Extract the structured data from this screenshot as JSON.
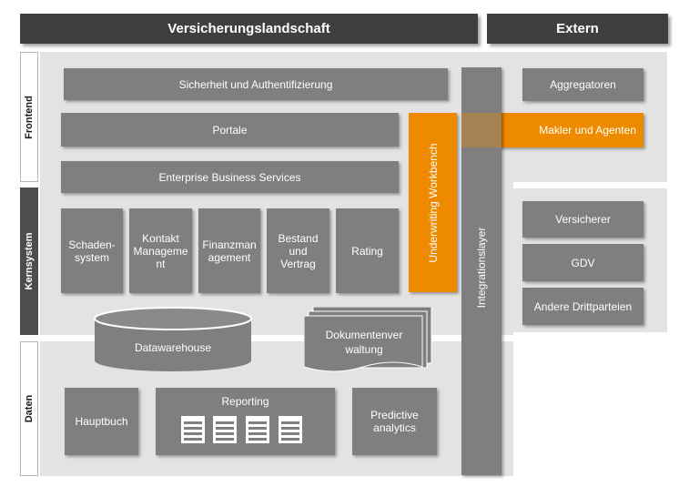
{
  "header": {
    "main": "Versicherungslandschaft",
    "extern": "Extern"
  },
  "sections": {
    "frontend": "Frontend",
    "kernsystem": "Kernsystem",
    "daten": "Daten"
  },
  "frontend": {
    "sicherheit": "Sicherheit und Authentifizierung",
    "portale": "Portale",
    "ebs": "Enterprise Business Services"
  },
  "kernsystem": {
    "schaden": "Schaden-\nsystem",
    "kontakt": "Kontakt\nManageme\nnt",
    "finanz": "Finanzman\nagement",
    "bestand": "Bestand\nund\nVertrag",
    "rating": "Rating"
  },
  "underwriting": "Underwriting Workbench",
  "integration": "Integrationslayer",
  "daten": {
    "datawarehouse": "Datawarehouse",
    "dokumente": "Dokumentenver\nwaltung",
    "hauptbuch": "Hauptbuch",
    "reporting": "Reporting",
    "predictive": "Predictive\nanalytics"
  },
  "extern": {
    "aggregatoren": "Aggregatoren",
    "makler": "Makler und Agenten",
    "versicherer": "Versicherer",
    "gdv": "GDV",
    "andere": "Andere Drittparteien"
  },
  "colors": {
    "header": "#3f3f3f",
    "box": "#7f7f7f",
    "accent": "#ee8a00",
    "zone": "#e3e3e3"
  },
  "icons": {
    "report_docs": "document-icon"
  }
}
